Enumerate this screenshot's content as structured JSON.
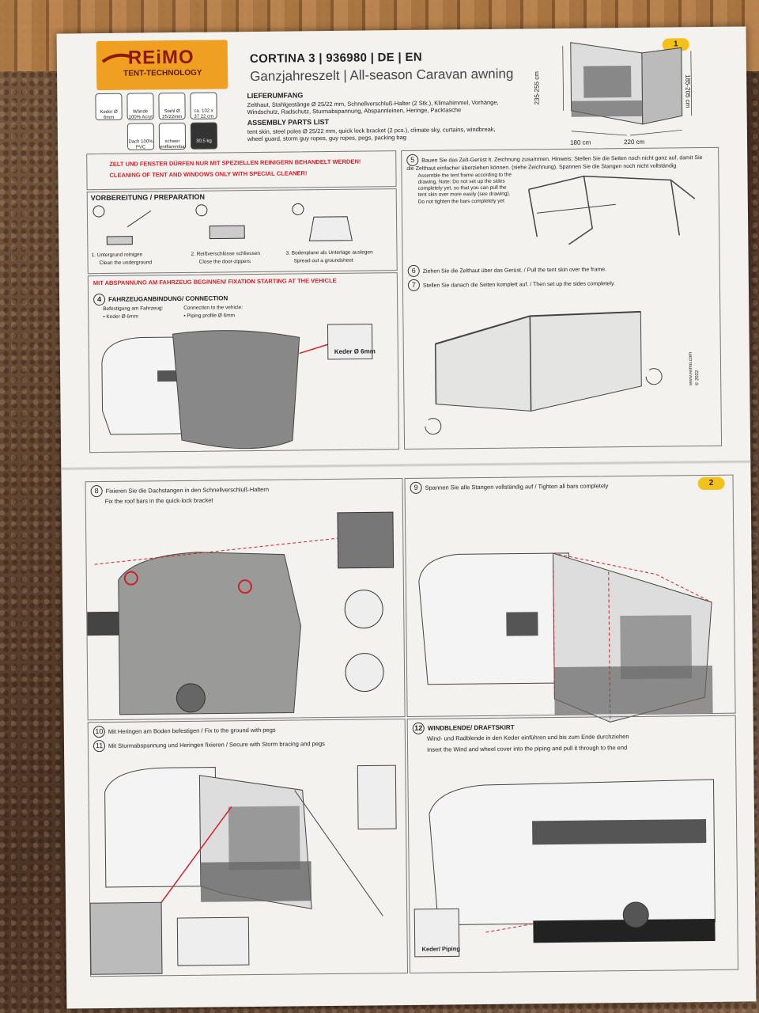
{
  "brand": {
    "name": "REiMO",
    "sub": "TENT-TECHNOLOGY"
  },
  "header": {
    "title": "CORTINA 3 | 936980 | DE | EN",
    "subtitle": "Ganzjahreszelt | All-season Caravan awning",
    "page1": "1",
    "page2": "2"
  },
  "icons": [
    {
      "name": "keder-icon",
      "label": "Keder Ø 6mm"
    },
    {
      "name": "walls-icon",
      "label": "Wände 100% Acryl"
    },
    {
      "name": "steel-icon",
      "label": "Stahl Ø 25/22mm"
    },
    {
      "name": "packsize-icon",
      "label": "ca. 102 x 37 22 cm"
    },
    {
      "name": "roof-icon",
      "label": "Dach 100% PVC"
    },
    {
      "name": "flame-icon",
      "label": "schwer entflammbar"
    },
    {
      "name": "weight-icon",
      "label": "30,5 kg"
    }
  ],
  "delivery": {
    "heading_de": "LIEFERUMFANG",
    "text_de": "Zelthaut, Stahlgestänge Ø 25/22 mm, Schnellverschluß-Halter (2 Stk.), Klimahimmel, Vorhänge, Windschutz, Radschutz, Sturmabspannung, Abspannleinen, Heringe, Packtasche",
    "heading_en": "ASSEMBLY PARTS LIST",
    "text_en": "tent skin, steel poles Ø 25/22 mm, quick lock bracket (2 pcs.), climate sky, curtains, windbreak, wheel guard, storm guy ropes, guy ropes, pegs, packing bag"
  },
  "dimensions": {
    "height1": "235-255 cm",
    "height2": "185-205 cm",
    "depth": "180 cm",
    "width": "220 cm"
  },
  "warning": {
    "de": "ZELT UND FENSTER DÜRFEN NUR MIT SPEZIELLEN REINIGERN BEHANDELT WERDEN!",
    "en": "CLEANING OF TENT AND WINDOWS ONLY WITH SPECIAL CLEANER!"
  },
  "preparation": {
    "heading": "VORBEREITUNG / PREPARATION",
    "steps": [
      {
        "n": "1",
        "de": "1. Untergrund reinigen",
        "en": "Clean the underground"
      },
      {
        "n": "2",
        "de": "2. Reißverschlüsse schliessen",
        "en": "Close the door-zippers"
      },
      {
        "n": "3",
        "de": "3. Bodenplane als Unterlage auslegen",
        "en": "Spread out a groundsheet"
      }
    ]
  },
  "fixation": {
    "heading": "MIT ABSPANNUNG AM FAHRZEUG BEGINNEN/ FIXATION STARTING AT THE VEHICLE",
    "step_n": "4",
    "step_title": "FAHRZEUGANBINDUNG/ CONNECTION",
    "de_label": "Befestigung am Fahrzeug:",
    "de_item": "• Keder Ø 6mm",
    "en_label": "Connection to the vehicle:",
    "en_item": "• Piping profile Ø 6mm",
    "callout": "Keder Ø 6mm"
  },
  "step5": {
    "n": "5",
    "de": "Bauen Sie das Zelt-Gerüst lt. Zeichnung zusammen. Hinweis: Stellen Sie die Seiten noch nicht ganz auf, damit Sie die Zelthaut einfacher überziehen können. (siehe Zeichnung). Spannen Sie die Stangen noch nicht vollständig",
    "en": "Assemble the tent frame according to the drawing. Note: Do not set up the sides completely yet, so that you can pull the tent skin over more easily (see drawing). Do not tighten the bars completely yet"
  },
  "step6": {
    "n": "6",
    "text": "Ziehen Sie die Zelthaut über das Gerüst. / Pull the tent skin over the frame."
  },
  "step7": {
    "n": "7",
    "text": "Stellen Sie danach die Seiten komplett auf. / Then set up the sides completely."
  },
  "copyright": "www.reimo.com © 2022",
  "step8": {
    "n": "8",
    "de": "Fixieren Sie die Dachstangen in den Schnellverschluß-Haltern",
    "en": "Fix the roof bars in the quick-lock bracket"
  },
  "step9": {
    "n": "9",
    "text": "Spannen Sie alle Stangen vollständig auf / Tighten all bars completely"
  },
  "step10": {
    "n": "10",
    "text": "Mit Heringen am Boden befestigen / Fix to the ground with pegs"
  },
  "step11": {
    "n": "11",
    "text": "Mit Sturmabspannung und Heringen fixieren / Secure with Storm bracing and pegs"
  },
  "step12": {
    "n": "12",
    "heading": "WINDBLENDE/ DRAFTSKIRT",
    "de": "Wind- und Radblende in den Keder einführen und bis zum Ende durchziehen",
    "en": "Insert the Wind and wheel cover into the piping and pull it through to the end",
    "callout": "Keder/ Piping"
  }
}
